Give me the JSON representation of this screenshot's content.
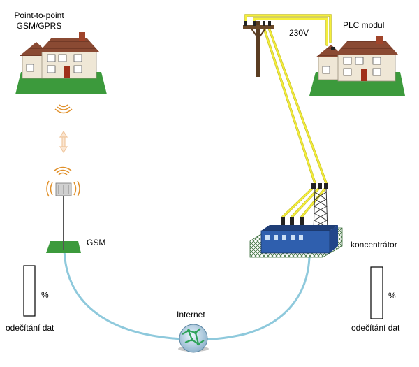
{
  "labels": {
    "p2p_line1": "Point-to-point",
    "p2p_line2": "GSM/GPRS",
    "voltage": "230V",
    "plc": "PLC modul",
    "gsm": "GSM",
    "concentrator": "koncentrátor",
    "internet": "Internet",
    "percent_left": "%",
    "percent_right": "%",
    "reading_left": "odečítání dat",
    "reading_right": "odečítání dat"
  },
  "colors": {
    "wire": "#f5ef3a",
    "wire_dark": "#c9c22a",
    "link_curve": "#8ec9dc",
    "lawn": "#3c9a3c",
    "wall": "#efe7d6",
    "roof": "#8a4a33",
    "door": "#a0301a",
    "signal": "#e0902a",
    "station": "#2f5fae"
  }
}
